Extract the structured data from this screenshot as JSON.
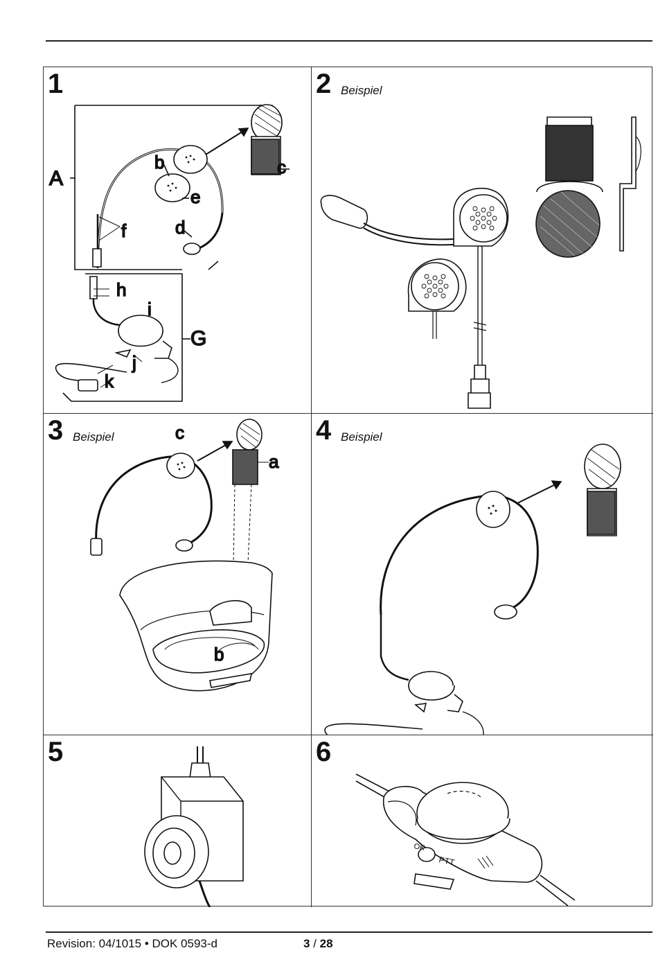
{
  "figures": [
    {
      "number": "1",
      "caption": "",
      "labels": {
        "A": "A",
        "G": "G",
        "b": "b",
        "c": "c",
        "d": "d",
        "e": "e",
        "f": "f",
        "h": "h",
        "i": "i",
        "j": "j",
        "k": "k"
      }
    },
    {
      "number": "2",
      "caption": "Beispiel"
    },
    {
      "number": "3",
      "caption": "Beispiel",
      "labels": {
        "a": "a",
        "b": "b",
        "c": "c"
      }
    },
    {
      "number": "4",
      "caption": "Beispiel"
    },
    {
      "number": "5",
      "caption": ""
    },
    {
      "number": "6",
      "caption": "",
      "labels": {
        "ptt": "PTT",
        "ok": "OK"
      }
    }
  ],
  "footer": {
    "revision": "Revision: 04/1015 • DOK 0593-d",
    "page_current": "3",
    "page_separator": " / ",
    "page_total": "28"
  }
}
